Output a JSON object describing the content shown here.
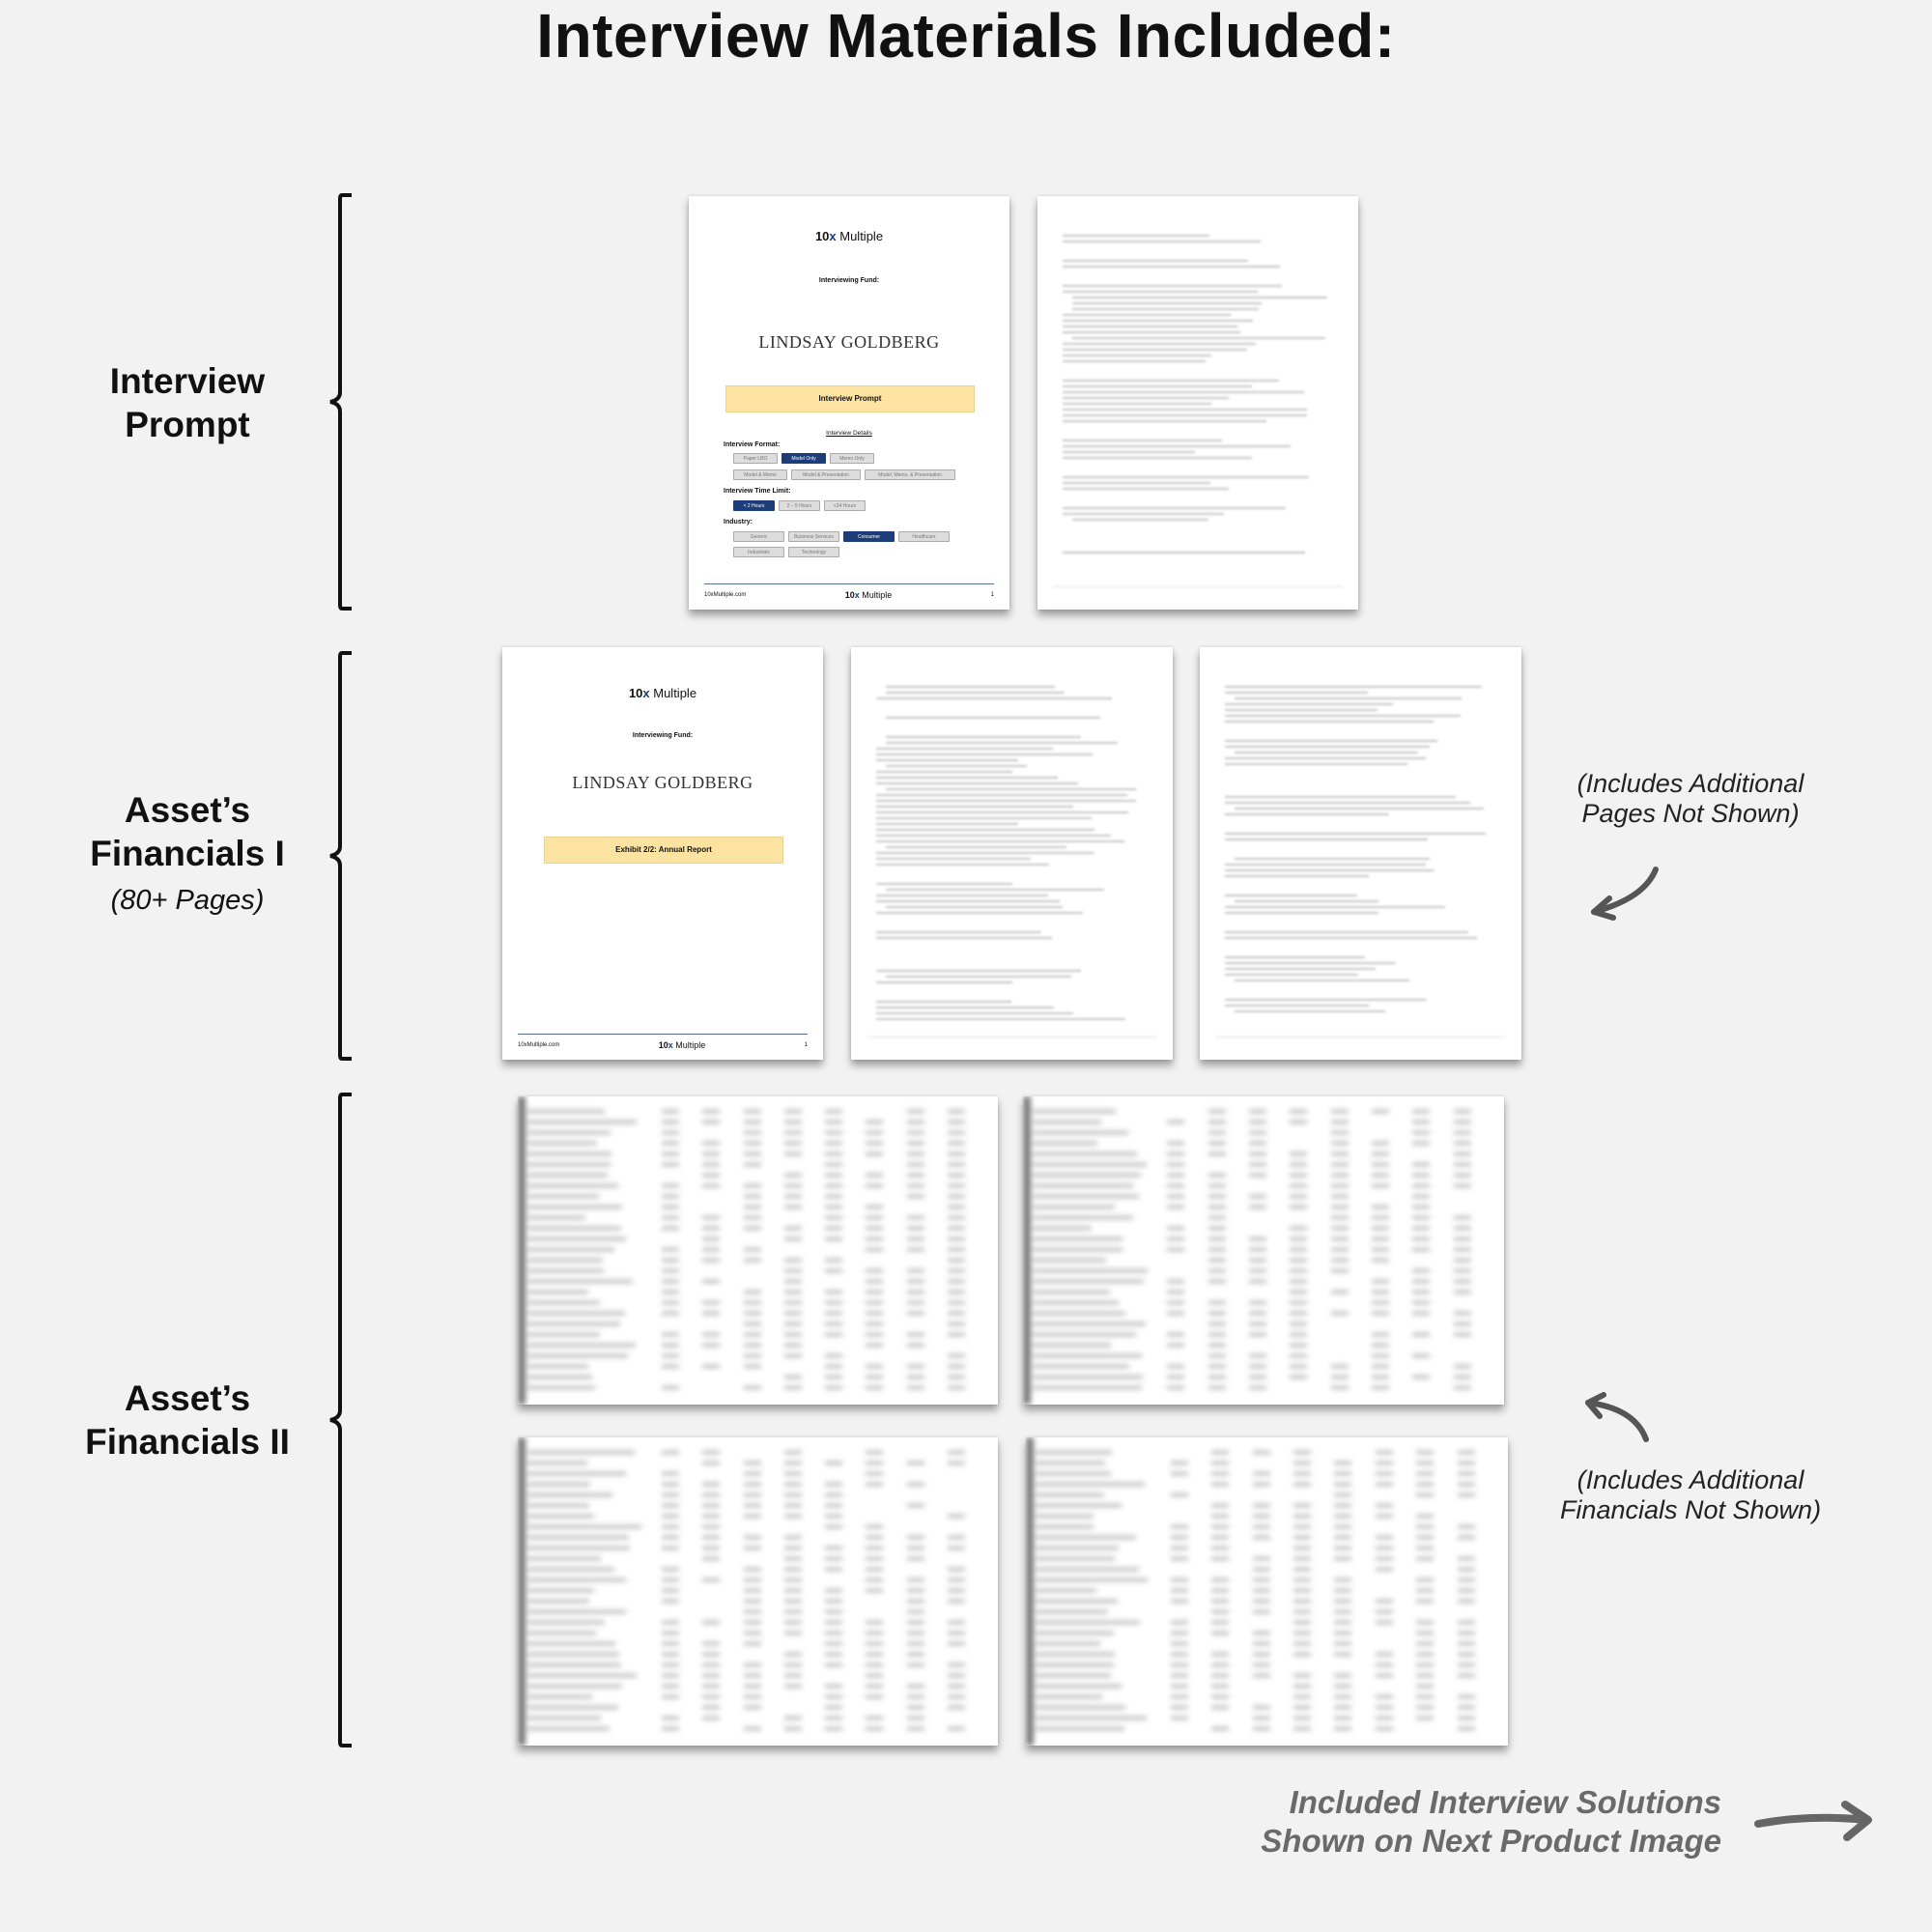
{
  "title": "Interview Materials Included:",
  "sections": [
    {
      "label_lines": [
        "Interview",
        "Prompt"
      ]
    },
    {
      "label_lines": [
        "Asset’s",
        "Financials I"
      ],
      "sub": "(80+ Pages)"
    },
    {
      "label_lines": [
        "Asset’s",
        "Financials II"
      ]
    }
  ],
  "cover_prompt": {
    "logo_bold": "10",
    "logo_x": "x",
    "logo_rest": " Multiple",
    "fund_label": "Interviewing Fund:",
    "fund_name": "LINDSAY GOLDBERG",
    "banner": "Interview Prompt",
    "details": "Interview Details",
    "format_label": "Interview Format:",
    "format_options": [
      "Paper LBO",
      "Model Only",
      "Memo Only",
      "Model & Memo",
      "Model & Presentation",
      "Model, Memo, & Presentation"
    ],
    "format_selected": "Model Only",
    "time_label": "Interview Time Limit:",
    "time_options": [
      "< 2 Hours",
      "2 – 5 Hours",
      "<24 Hours"
    ],
    "time_selected": "< 2 Hours",
    "industry_label": "Industry:",
    "industry_options": [
      "Generic",
      "Business Services",
      "Consumer",
      "Healthcare",
      "Industrials",
      "Technology"
    ],
    "industry_selected": "Consumer",
    "footer_site": "10xMultiple.com",
    "footer_page": "1"
  },
  "cover_financials": {
    "fund_label": "Interviewing Fund:",
    "fund_name": "LINDSAY GOLDBERG",
    "banner": "Exhibit 2/2: Annual Report",
    "footer_site": "10xMultiple.com",
    "footer_page": "1"
  },
  "notes": {
    "pages_not_shown": [
      "(Includes Additional",
      "Pages Not Shown)"
    ],
    "financials_not_shown": [
      "(Includes Additional",
      "Financials Not Shown)"
    ],
    "solutions": [
      "Included Interview Solutions",
      "Shown on Next Product Image"
    ]
  },
  "colors": {
    "accent_navy": "#1d3c7a",
    "banner_yellow": "#fde3a1",
    "background": "#f2f2f2"
  }
}
